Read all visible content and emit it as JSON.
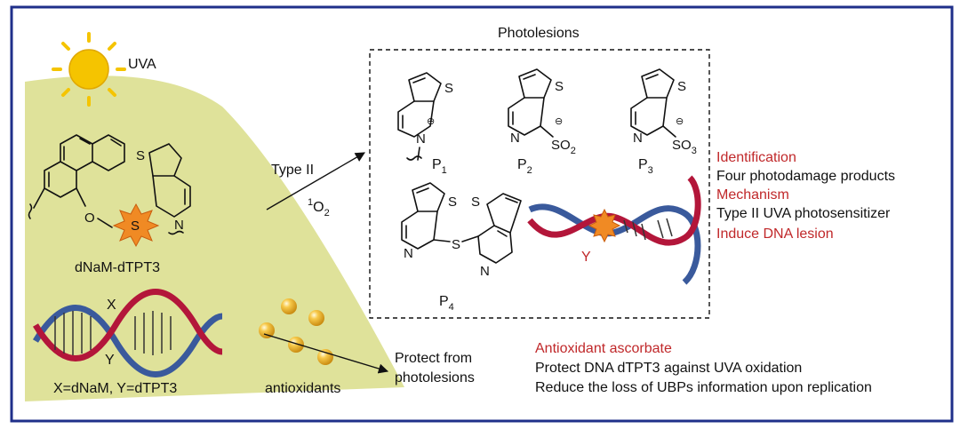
{
  "title": "Photolesions",
  "light_label": "UVA",
  "compound_name": "dNaM-dTPT3",
  "dna_top_label": "X",
  "dna_bottom_label": "Y",
  "pair_legend": "X=dNaM, Y=dTPT3",
  "antioxidants_label": "antioxidants",
  "arrow_top_label": "Type II",
  "arrow_bottom_label": {
    "sup": "1",
    "main": "O",
    "sub": "2"
  },
  "protect_label": {
    "line1": "Protect from",
    "line2": "photolesions"
  },
  "atoms": {
    "S": "S",
    "N": "N",
    "plus": "⊕",
    "minus": "⊖",
    "so2": "SO",
    "so2_sub": "2",
    "so3": "SO",
    "so3_sub": "3",
    "o": "O"
  },
  "products": [
    {
      "letter": "P",
      "sub": "1"
    },
    {
      "letter": "P",
      "sub": "2"
    },
    {
      "letter": "P",
      "sub": "3"
    },
    {
      "letter": "P",
      "sub": "4"
    }
  ],
  "lesion_strand_label": "Y",
  "findings": [
    {
      "heading": "Identification",
      "text": "Four photodamage products"
    },
    {
      "heading": "Mechanism",
      "text": "Type II UVA photosensitizer"
    },
    {
      "heading": "Induce DNA lesion",
      "text": ""
    }
  ],
  "antioxidant": {
    "heading": "Antioxidant ascorbate",
    "lines": [
      "Protect DNA dTPT3 against UVA oxidation",
      "Reduce the loss of UBPs information upon replication"
    ]
  },
  "colors": {
    "frame": "#1f2f8a",
    "beam": "#dfe29a",
    "sun": "#f5c400",
    "red_text": "#c0282a",
    "strand_red": "#b3163a",
    "strand_blue": "#3a5a9c",
    "burst": "#f08a24",
    "sphere": "#f2b52a"
  }
}
